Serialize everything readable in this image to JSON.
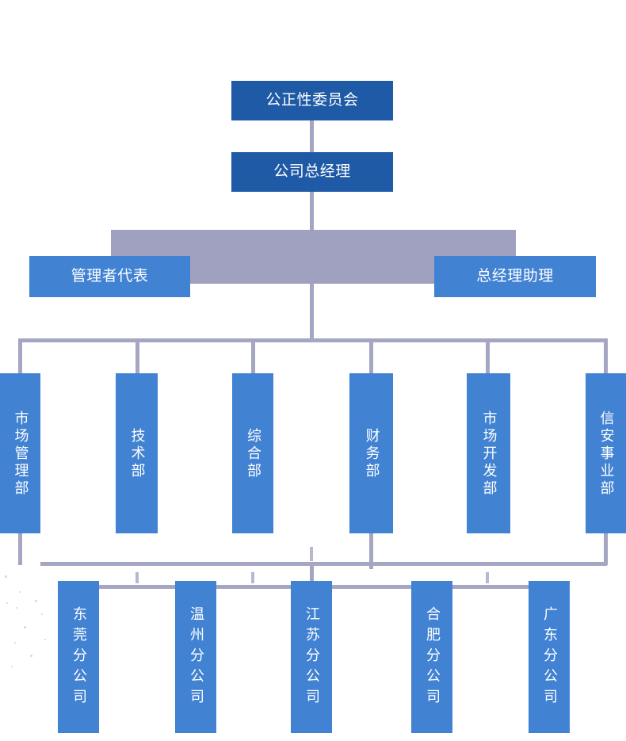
{
  "chart_title": "",
  "colors": {
    "dark_blue": "#1f5aa6",
    "light_blue": "#4182d3",
    "connector_purple": "#a5a5c4",
    "background": "#ffffff"
  },
  "org": {
    "level1": {
      "label": "公正性委员会"
    },
    "level2": {
      "label": "公司总经理"
    },
    "level3": [
      {
        "label": "管理者代表"
      },
      {
        "label": "总经理助理"
      }
    ],
    "departments": [
      {
        "label": "市场管理部"
      },
      {
        "label": "技术部"
      },
      {
        "label": "综合部"
      },
      {
        "label": "财务部"
      },
      {
        "label": "市场开发部"
      },
      {
        "label": "信安事业部"
      }
    ],
    "branches": [
      {
        "label": "东莞分公司"
      },
      {
        "label": "温州分公司"
      },
      {
        "label": "江苏分公司"
      },
      {
        "label": "合肥分公司"
      },
      {
        "label": "广东分公司"
      }
    ]
  }
}
